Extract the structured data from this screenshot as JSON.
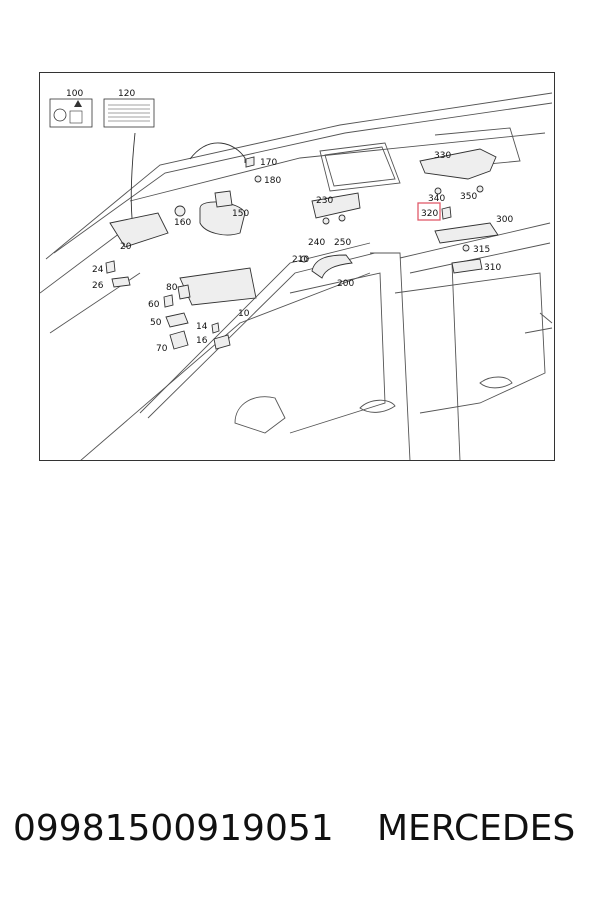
{
  "diagram": {
    "callouts": [
      {
        "id": "c100",
        "text": "100"
      },
      {
        "id": "c120",
        "text": "120"
      },
      {
        "id": "c170",
        "text": "170"
      },
      {
        "id": "c180",
        "text": "180"
      },
      {
        "id": "c160",
        "text": "160"
      },
      {
        "id": "c150",
        "text": "150"
      },
      {
        "id": "c20",
        "text": "20"
      },
      {
        "id": "c230",
        "text": "230"
      },
      {
        "id": "c240",
        "text": "240"
      },
      {
        "id": "c250",
        "text": "250"
      },
      {
        "id": "c210",
        "text": "210"
      },
      {
        "id": "c200",
        "text": "200"
      },
      {
        "id": "c330",
        "text": "330"
      },
      {
        "id": "c340",
        "text": "340"
      },
      {
        "id": "c350",
        "text": "350"
      },
      {
        "id": "c320",
        "text": "320"
      },
      {
        "id": "c300",
        "text": "300"
      },
      {
        "id": "c315",
        "text": "315"
      },
      {
        "id": "c310",
        "text": "310"
      },
      {
        "id": "c24",
        "text": "24"
      },
      {
        "id": "c26",
        "text": "26"
      },
      {
        "id": "c80",
        "text": "80"
      },
      {
        "id": "c60",
        "text": "60"
      },
      {
        "id": "c10",
        "text": "10"
      },
      {
        "id": "c50",
        "text": "50"
      },
      {
        "id": "c14",
        "text": "14"
      },
      {
        "id": "c16",
        "text": "16"
      },
      {
        "id": "c70",
        "text": "70"
      }
    ],
    "highlight_color": "#e05a6a"
  },
  "footer": {
    "part_number": "09981500919051",
    "brand": "MERCEDES"
  }
}
